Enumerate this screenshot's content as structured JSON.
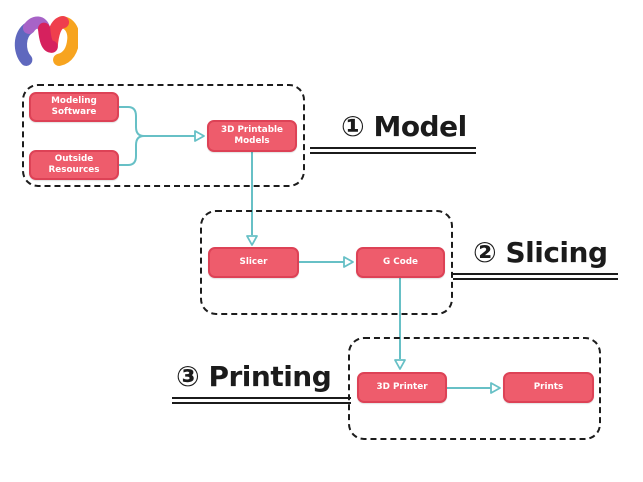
{
  "logo": {
    "icon": "m-ribbon-logo",
    "colors": [
      "#5f68be",
      "#a763c7",
      "#d6215e",
      "#ef3f4d",
      "#f7a41f"
    ]
  },
  "flowchart": {
    "stages": [
      {
        "id": "model",
        "label": "① Model"
      },
      {
        "id": "slicing",
        "label": "② Slicing"
      },
      {
        "id": "printing",
        "label": "③ Printing"
      }
    ],
    "nodes": {
      "modeling_software": {
        "label": "Modeling Software",
        "stage": "model"
      },
      "outside_resources": {
        "label": "Outside Resources",
        "stage": "model"
      },
      "printable_models": {
        "label": "3D Printable Models",
        "stage": "model"
      },
      "slicer": {
        "label": "Slicer",
        "stage": "slicing"
      },
      "g_code": {
        "label": "G Code",
        "stage": "slicing"
      },
      "printer_3d": {
        "label": "3D Printer",
        "stage": "printing"
      },
      "prints": {
        "label": "Prints",
        "stage": "printing"
      }
    },
    "edges": [
      {
        "from": "modeling_software",
        "to": "printable_models"
      },
      {
        "from": "outside_resources",
        "to": "printable_models"
      },
      {
        "from": "printable_models",
        "to": "slicer"
      },
      {
        "from": "slicer",
        "to": "g_code"
      },
      {
        "from": "g_code",
        "to": "printer_3d"
      },
      {
        "from": "printer_3d",
        "to": "prints"
      }
    ],
    "colors": {
      "node_fill": "#ee5c6c",
      "node_border": "#dd4256",
      "node_text": "#ffffff",
      "connector": "#67c0c6",
      "group_border": "#1c1c1c",
      "stage_text": "#1b1b1b",
      "background": "#ffffff"
    }
  }
}
